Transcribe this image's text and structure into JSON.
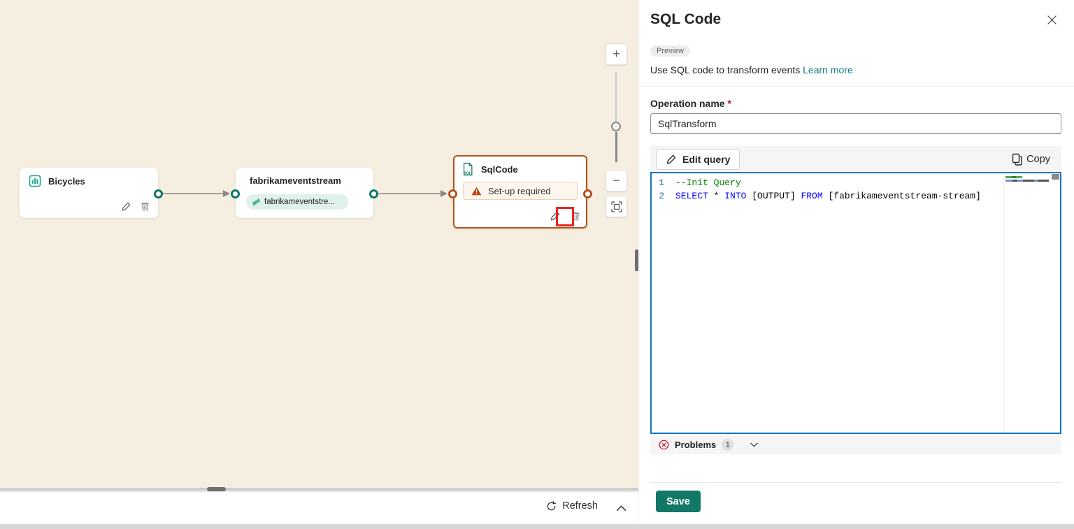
{
  "canvas": {
    "nodes": {
      "bicycles": {
        "title": "Bicycles"
      },
      "eventstream": {
        "title": "fabrikameventstream",
        "stream_pill": "fabrikameventstre..."
      },
      "sqlcode": {
        "title": "SqlCode",
        "warning_label": "Set-up required"
      }
    },
    "zoom_controls": {
      "zoom_in_glyph": "+",
      "zoom_out_glyph": "−"
    },
    "footer": {
      "refresh_label": "Refresh"
    }
  },
  "panel": {
    "title": "SQL Code",
    "preview_badge": "Preview",
    "description": "Use SQL code to transform events ",
    "learn_more_link": "Learn more",
    "operation_name": {
      "label": "Operation name ",
      "required_mark": "*",
      "value": "SqlTransform"
    },
    "toolbar": {
      "edit_query_label": "Edit query",
      "copy_label": "Copy"
    },
    "editor": {
      "lines": [
        {
          "number": "1",
          "segments": [
            {
              "text": "--Init Query"
            }
          ]
        },
        {
          "number": "2",
          "segments": [
            {
              "text": "SELECT"
            },
            {
              "text": " * "
            },
            {
              "text": "INTO"
            },
            {
              "text": " [OUTPUT] "
            },
            {
              "text": "FROM"
            },
            {
              "text": " [fabrikameventstream-stream]"
            }
          ]
        }
      ]
    },
    "problems": {
      "label": "Problems",
      "count": "1"
    },
    "footer": {
      "save_label": "Save"
    }
  },
  "colors": {
    "canvas_background": "#f6efe1",
    "selected_node_border": "#b5531c",
    "connector_teal": "#0e7569",
    "connector_orange": "#b5531c",
    "editor_focus_border": "#0f74c8",
    "sql_keyword": "#0000ff",
    "sql_comment": "#008000",
    "line_number": "#237893",
    "save_button": "#117865",
    "link": "#0e7a80",
    "error": "#c50f1f",
    "annotation_box": "#e8251f",
    "warning_triangle": "#bc3f08"
  }
}
